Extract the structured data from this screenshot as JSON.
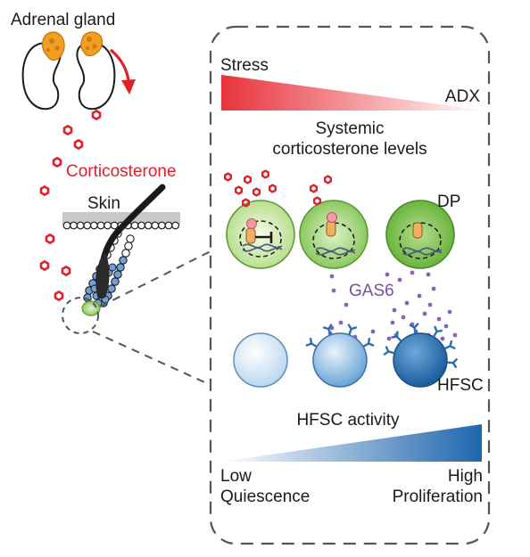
{
  "labels": {
    "adrenal_gland": "Adrenal gland",
    "corticosterone": "Corticosterone",
    "skin": "Skin",
    "stress": "Stress",
    "adx": "ADX",
    "systemic_line1": "Systemic",
    "systemic_line2": "corticosterone levels",
    "dp": "DP",
    "gas6": "GAS6",
    "hfsc": "HFSC",
    "hfsc_activity": "HFSC activity",
    "low": "Low",
    "quiescence": "Quiescence",
    "high": "High",
    "proliferation": "Proliferation"
  },
  "colors": {
    "hormone_red": "#e0202a",
    "adrenal_orange": "#f0a020",
    "dp_green": "#8cc860",
    "hfsc_blue": "#2e72b4",
    "gas6_purple": "#8a63b8",
    "dash_gray": "#555555"
  }
}
